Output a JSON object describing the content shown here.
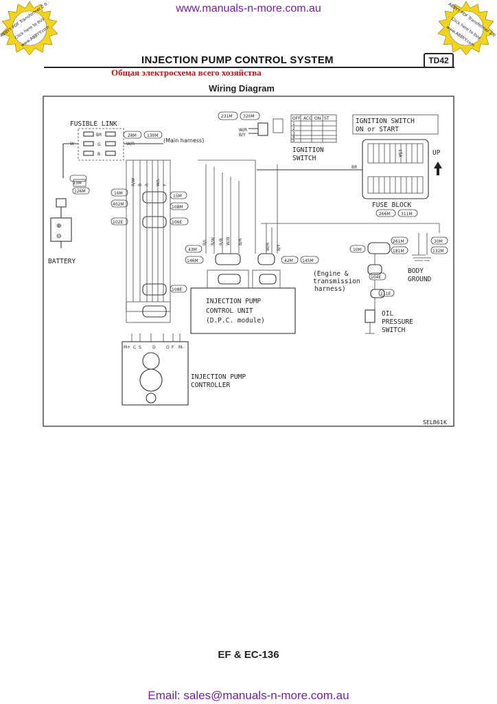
{
  "header": {
    "site_url": "www.manuals-n-more.com.au",
    "title": "INJECTION PUMP CONTROL SYSTEM",
    "section_tag": "TD42",
    "ru_caption": "Общая электросхема всего хозяйства",
    "subtitle": "Wiring Diagram"
  },
  "badges": {
    "left": {
      "line1": "ABBYY PDF Transformer 2.0",
      "line2": "Click here to buy",
      "line3": "www.ABBYY.com"
    },
    "right": {
      "line1": "ABBYY PDF Transformer 2.0",
      "line2": "Click here to buy",
      "line3": "www.ABBYY.com"
    }
  },
  "diagram": {
    "fusible_link": "FUSIBLE LINK",
    "ignition_switch": [
      "IGNITION",
      "SWITCH"
    ],
    "ignition_switch_on_start": [
      "IGNITION SWITCH",
      "ON or START"
    ],
    "fuse_block": "FUSE BLOCK",
    "fuse_15a": "15A",
    "up": "UP",
    "battery": "BATTERY",
    "main_harness": "(Main harness)",
    "engine_harness": [
      "(Engine &",
      "transmission",
      "harness)"
    ],
    "body_ground": [
      "BODY",
      "GROUND"
    ],
    "oil_pressure_switch": [
      "OIL",
      "PRESSURE",
      "SWITCH"
    ],
    "control_unit": [
      "INJECTION PUMP",
      "CONTROL UNIT",
      "(D.P.C. module)"
    ],
    "pump_controller": [
      "INJECTION PUMP",
      "CONTROLLER"
    ],
    "figure_code": "SEL861K",
    "connectors": {
      "c231m": "231M",
      "c320m": "320M",
      "c28m": "28M",
      "c130m": "130M",
      "c23m": "23M",
      "c126m": "126M",
      "c16m": "16M",
      "c402m": "402M",
      "c15m": "15M",
      "c108m": "108M",
      "c102e": "102E",
      "c106e": "106E",
      "c43m": "43M",
      "c146m": "146M",
      "c42m": "42M",
      "c145m": "145M",
      "c10m": "10M",
      "c261m": "261M",
      "c181m": "181M",
      "c30m": "30M",
      "c132m": "132M",
      "c104e": "104E",
      "c111e": "111E",
      "c108e": "108E",
      "c266m": "266M",
      "c311m": "311M"
    },
    "wires": {
      "br": "BR",
      "g": "G",
      "b": "B",
      "w": "W",
      "wr": "W/R",
      "by": "B/Y",
      "rw": "R/W",
      "r": "R",
      "y": "Y",
      "bl": "B/L",
      "wl": "W/L",
      "bw": "B/W",
      "rb": "R/B",
      "wb": "W/B",
      "br2": "B/R"
    },
    "switch_table": {
      "headers": [
        "OFF",
        "ACC",
        "ON",
        "ST"
      ],
      "rows": [
        "1",
        "2",
        "3",
        "4",
        "5"
      ]
    },
    "controller_terminals": [
      "M+",
      "C",
      "S",
      "D",
      "O",
      "F",
      "M-"
    ]
  },
  "footer": {
    "code": "EF & EC-136",
    "email": "Email: sales@manuals-n-more.com.au"
  }
}
